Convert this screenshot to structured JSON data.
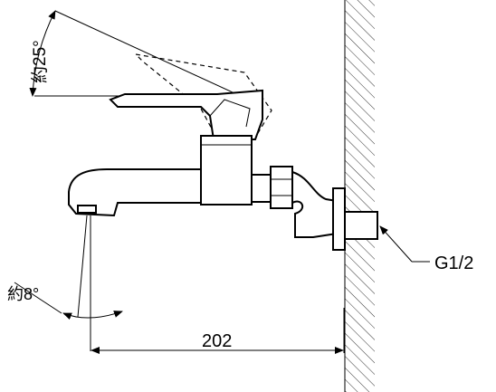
{
  "diagram": {
    "angle_lever_label": "約25°",
    "angle_spout_label": "約8°",
    "length_dimension": "202",
    "thread_label": "G1/2"
  }
}
